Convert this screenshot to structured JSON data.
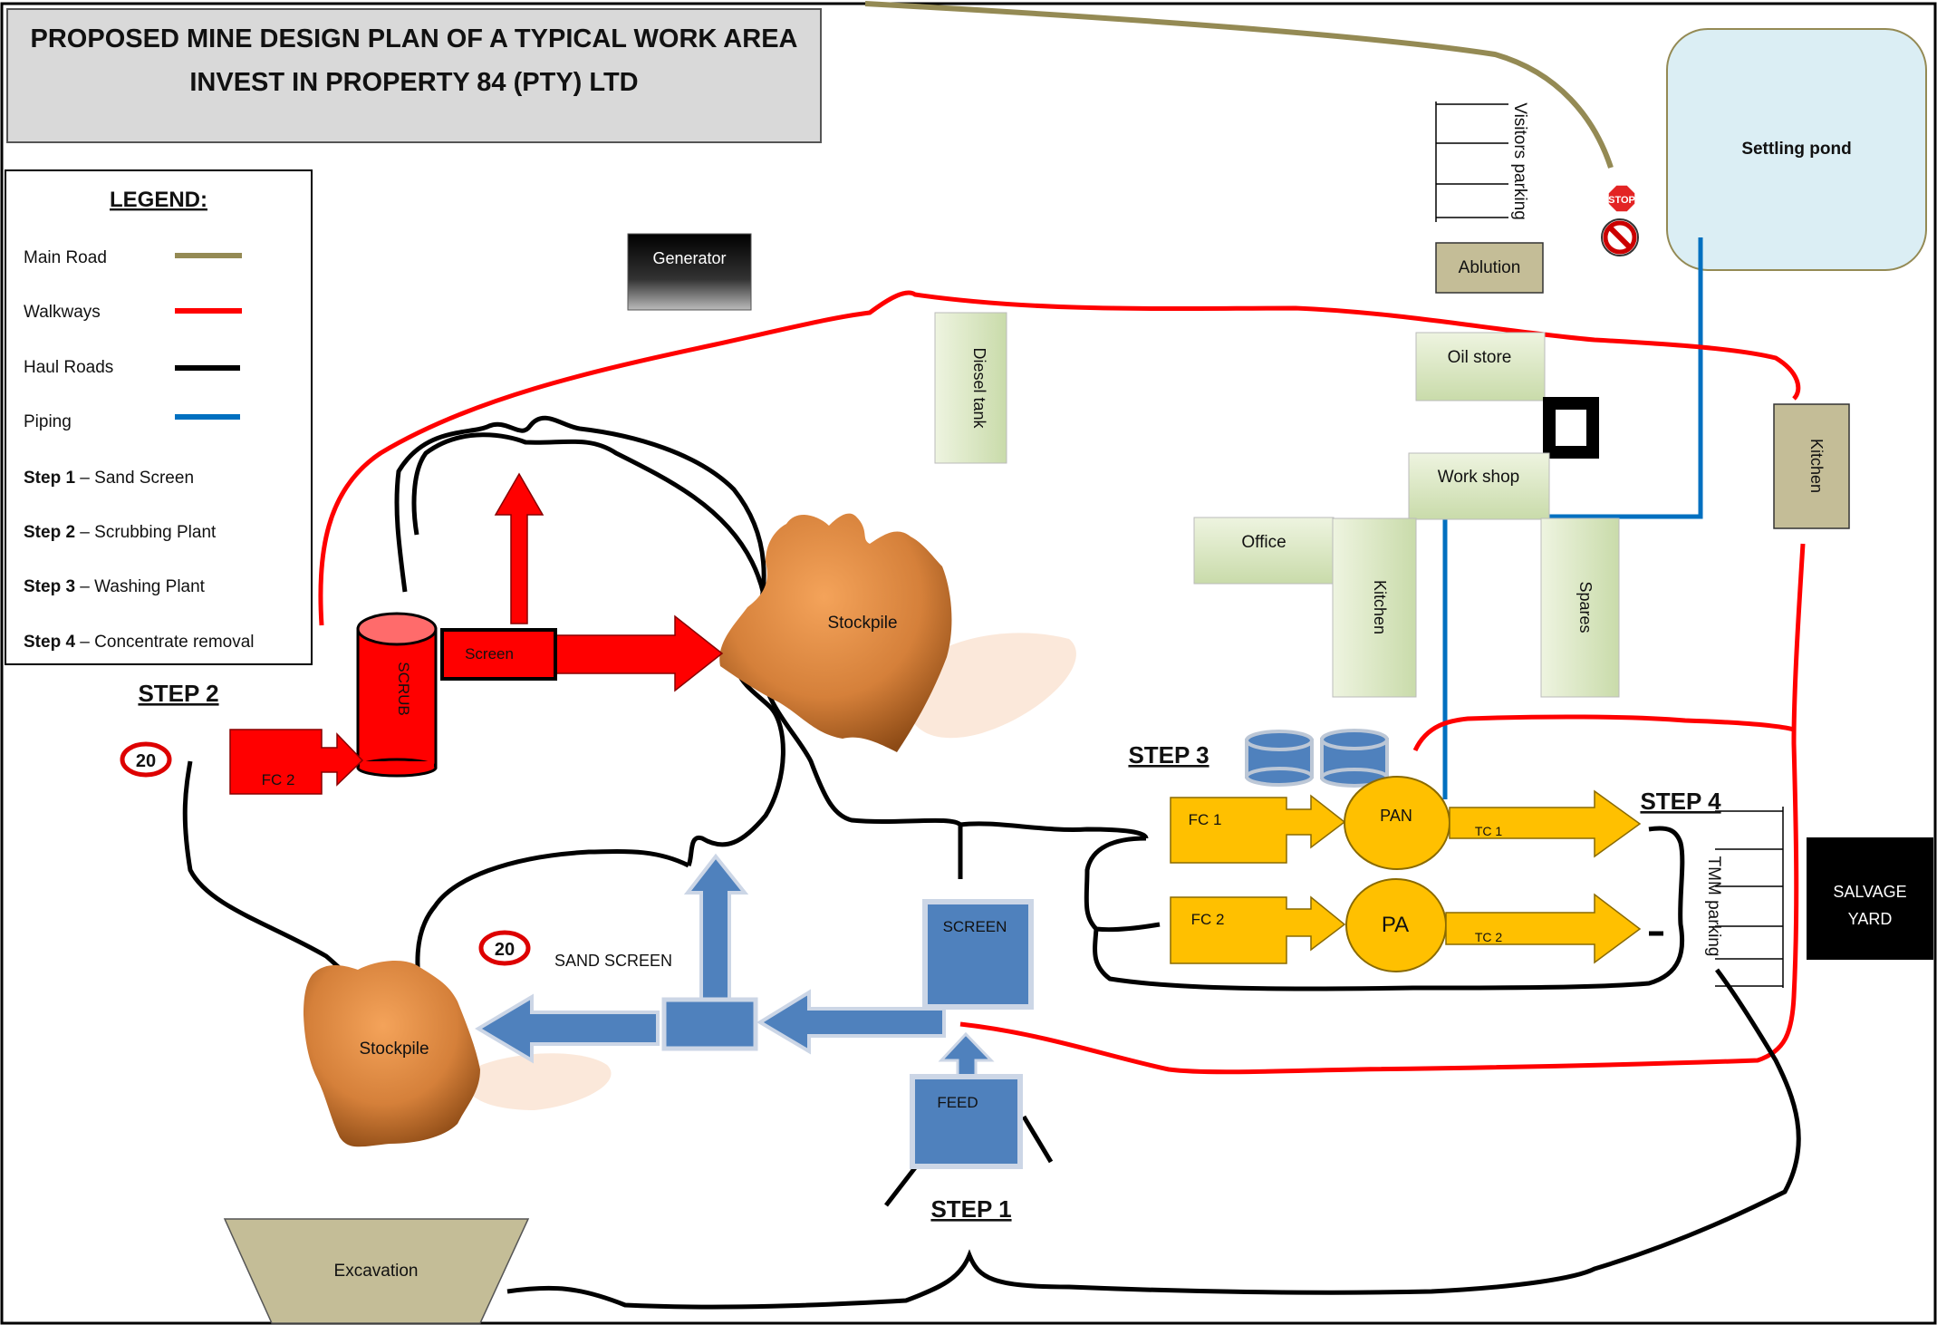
{
  "title": {
    "line1": "PROPOSED MINE DESIGN PLAN OF A TYPICAL WORK AREA",
    "line2": "INVEST IN PROPERTY 84 (PTY) LTD"
  },
  "legend": {
    "heading": "LEGEND:",
    "items": [
      {
        "label": "Main Road",
        "color": "#948a54"
      },
      {
        "label": "Walkways",
        "color": "#ff0000"
      },
      {
        "label": "Haul Roads",
        "color": "#000000"
      },
      {
        "label": "Piping",
        "color": "#0070c0"
      }
    ],
    "steps": [
      {
        "step": "Step 1",
        "text": " – Sand Screen"
      },
      {
        "step": "Step 2",
        "text": " – Scrubbing Plant"
      },
      {
        "step": "Step 3",
        "text": " – Washing Plant"
      },
      {
        "step": "Step 4",
        "text": " – Concentrate removal"
      }
    ]
  },
  "steps": {
    "step1": "STEP 1",
    "step2": "STEP 2",
    "step3": "STEP 3",
    "step4": "STEP 4"
  },
  "buildings": {
    "generator": "Generator",
    "diesel_tank": "Diesel tank",
    "visitors_parking": "Visitors parking",
    "ablution": "Ablution",
    "settling_pond": "Settling pond",
    "oil_store": "Oil store",
    "work_shop": "Work shop",
    "office": "Office",
    "kitchen_center": "Kitchen",
    "spares": "Spares",
    "kitchen_right": "Kitchen",
    "salvage_yard_1": "SALVAGE",
    "salvage_yard_2": "YARD",
    "tmm_parking": "TMM parking",
    "excavation": "Excavation"
  },
  "plant": {
    "scrub": "SCRUB",
    "screen_red": "Screen",
    "fc2_red": "FC 2",
    "stockpile_top": "Stockpile",
    "stockpile_bottom": "Stockpile",
    "sand_screen": "SAND SCREEN",
    "screen_blue": "SCREEN",
    "feed": "FEED",
    "fc1": "FC 1",
    "fc2": "FC 2",
    "pan": "PAN",
    "pa": "PA",
    "tc1": "TC 1",
    "tc2": "TC 2"
  },
  "signs": {
    "speed_limit_1": "20",
    "speed_limit_2": "20",
    "stop": "STOP"
  },
  "colors": {
    "main_road": "#948a54",
    "walkway": "#ff0000",
    "haul_road": "#000000",
    "piping": "#0070c0",
    "step1_blue": "#4f81bd",
    "step2_red": "#ff0000",
    "step3_yellow": "#ffc000",
    "building_green": "#d7e4bd",
    "building_tan": "#c4bd97",
    "pond": "#dbeef4"
  }
}
